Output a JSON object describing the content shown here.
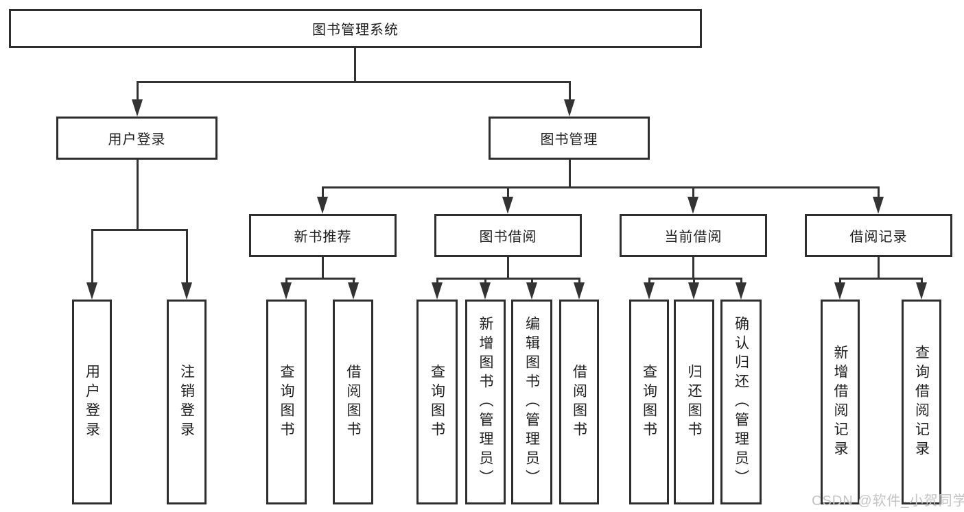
{
  "diagram": {
    "root": "图书管理系统",
    "level2": {
      "user_login": "用户登录",
      "book_mgmt": "图书管理"
    },
    "level3": {
      "new_books": "新书推荐",
      "book_borrow": "图书借阅",
      "current_borrow": "当前借阅",
      "borrow_records": "借阅记录"
    },
    "leaves": {
      "user_login": [
        "用户登录",
        "注销登录"
      ],
      "new_books": [
        "查询图书",
        "借阅图书"
      ],
      "book_borrow": [
        "查询图书",
        "新增图书（管理员）",
        "编辑图书（管理员）",
        "借阅图书"
      ],
      "current_borrow": [
        "查询图书",
        "归还图书",
        "确认归还（管理员）"
      ],
      "borrow_records": [
        "新增借阅记录",
        "查询借阅记录"
      ]
    },
    "colors": {
      "line": "#333333",
      "box_border": "#2e2e2e",
      "box_fill": "#ffffff",
      "text": "#1e1e1e",
      "watermark": "#c4c4c4",
      "background": "#ffffff"
    }
  },
  "watermark": "CSDN @软件_小贺同学"
}
